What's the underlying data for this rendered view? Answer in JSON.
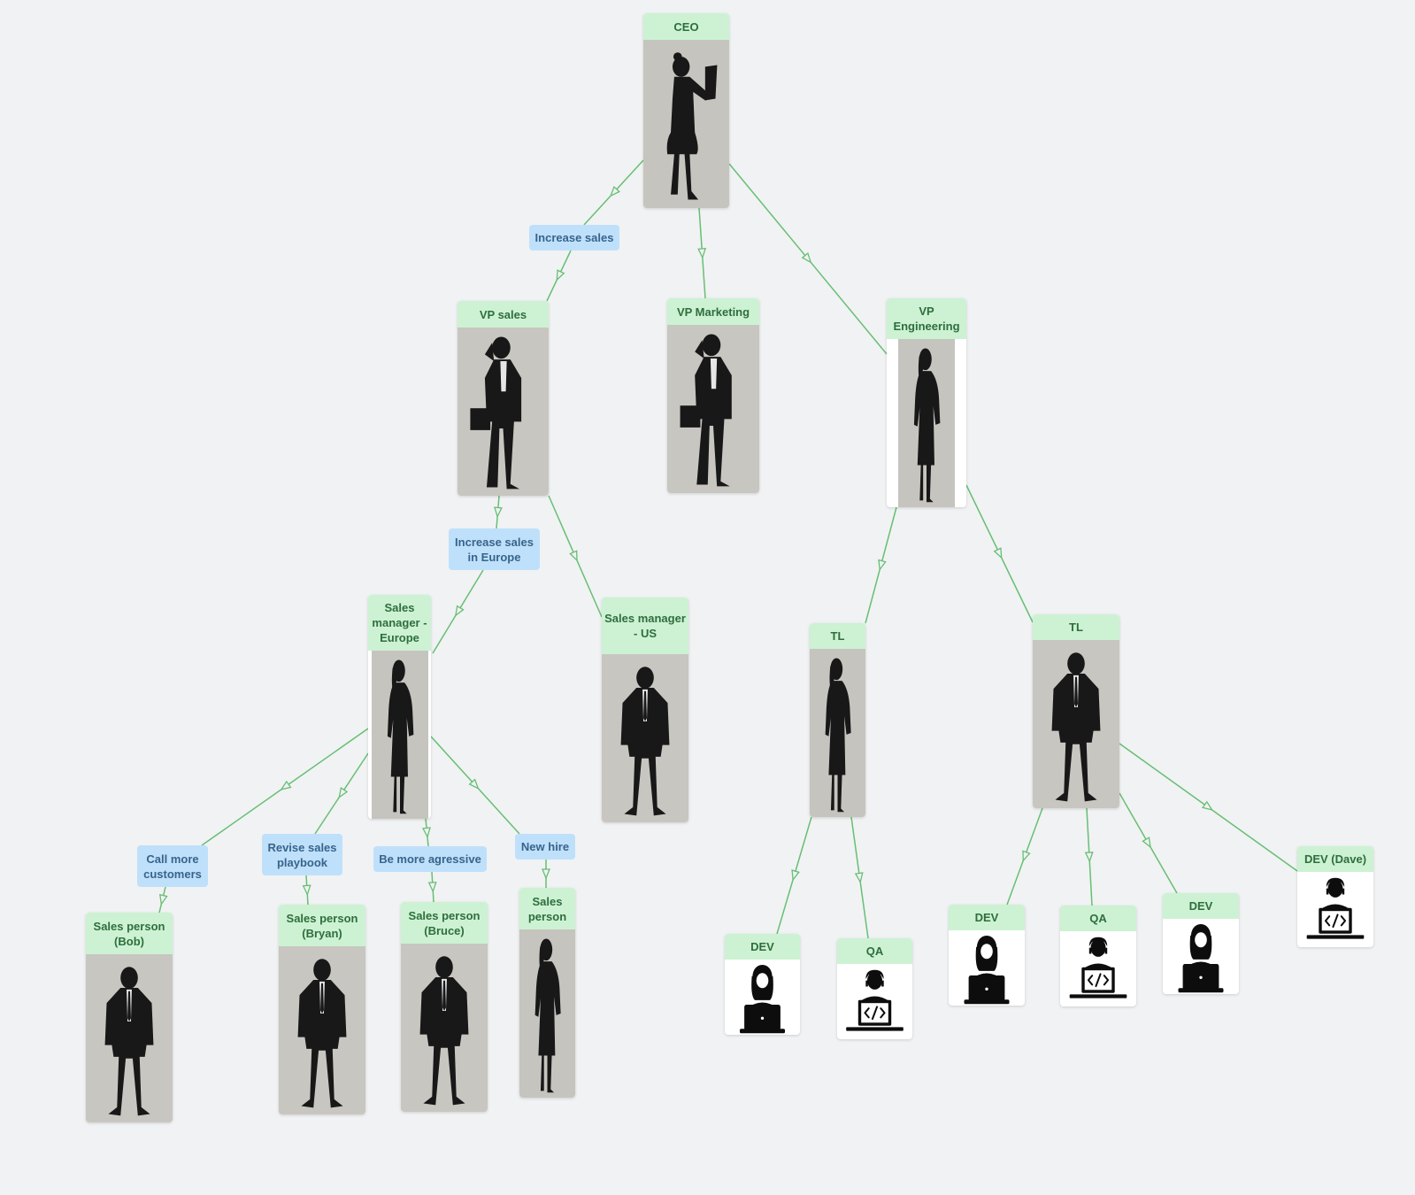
{
  "nodes": {
    "ceo": {
      "label": "CEO",
      "figure": "woman-reading-silhouette"
    },
    "vp_sales": {
      "label": "VP sales",
      "figure": "man-briefcase-silhouette"
    },
    "vp_marketing": {
      "label": "VP Marketing",
      "figure": "man-briefcase-silhouette"
    },
    "vp_engineering": {
      "label": "VP Engineering",
      "figure": "woman-standing-silhouette"
    },
    "sm_europe": {
      "label": "Sales manager - Europe",
      "figure": "woman-standing-silhouette"
    },
    "sm_us": {
      "label": "Sales manager - US",
      "figure": "man-standing-silhouette"
    },
    "tl_left": {
      "label": "TL",
      "figure": "woman-standing-silhouette"
    },
    "tl_right": {
      "label": "TL",
      "figure": "man-standing-silhouette"
    },
    "sp_bob": {
      "label": "Sales person (Bob)",
      "figure": "man-standing-silhouette"
    },
    "sp_bryan": {
      "label": "Sales person (Bryan)",
      "figure": "man-standing-silhouette"
    },
    "sp_bruce": {
      "label": "Sales person (Bruce)",
      "figure": "man-standing-silhouette"
    },
    "sp_new": {
      "label": "Sales person",
      "figure": "woman-standing-silhouette"
    },
    "dev_a": {
      "label": "DEV",
      "figure": "female-laptop-icon"
    },
    "qa_a": {
      "label": "QA",
      "figure": "male-coder-icon"
    },
    "dev_b": {
      "label": "DEV",
      "figure": "female-laptop-icon"
    },
    "qa_b": {
      "label": "QA",
      "figure": "male-coder-icon"
    },
    "dev_c": {
      "label": "DEV",
      "figure": "female-laptop-icon"
    },
    "dev_dave": {
      "label": "DEV (Dave)",
      "figure": "male-coder-icon"
    }
  },
  "actions": {
    "increase_sales": "Increase sales",
    "increase_sales_europe": "Increase sales in Europe",
    "call_more_customers": "Call more customers",
    "revise_playbook": "Revise sales playbook",
    "be_more_agressive": "Be more agressive",
    "new_hire": "New hire"
  },
  "colors": {
    "background": "#f1f2f4",
    "node_header": "#ccf2d3",
    "node_header_text": "#2f6e3c",
    "action_fill": "#bfe0fa",
    "action_text": "#37648c",
    "connector": "#66bf73"
  }
}
